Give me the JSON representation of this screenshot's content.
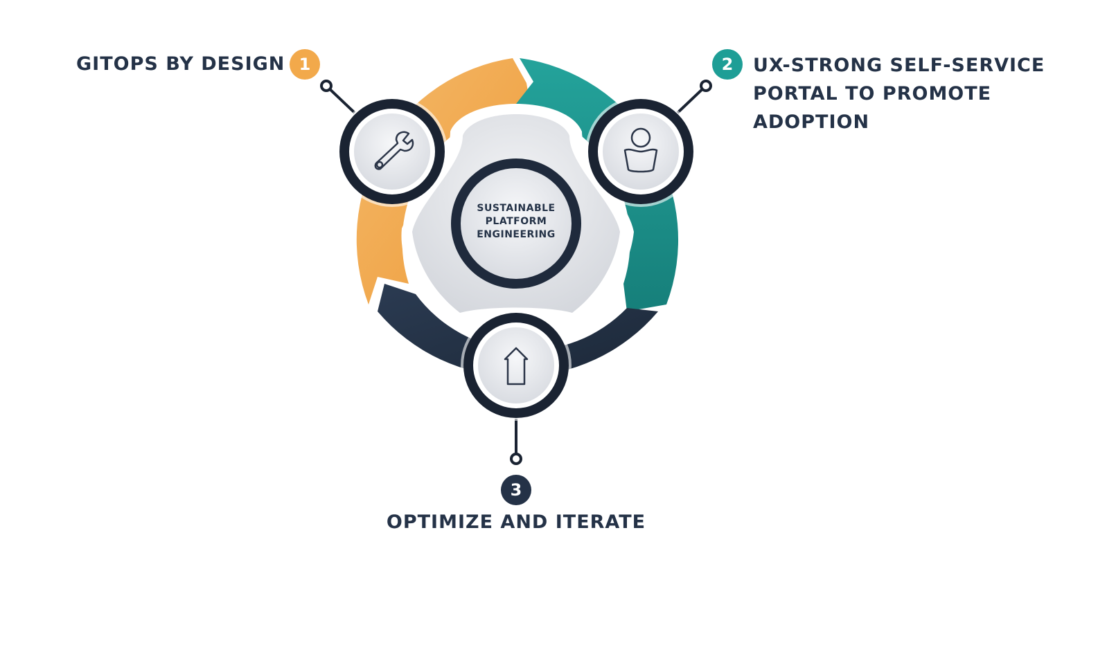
{
  "colors": {
    "orange": "#F2A94B",
    "teal": "#1E9E96",
    "navy": "#243247",
    "ring": "#1A2332",
    "background": "#FFFFFF"
  },
  "center": {
    "title_lines": [
      "SUSTAINABLE",
      "PLATFORM",
      "ENGINEERING"
    ]
  },
  "steps": [
    {
      "number": "1",
      "label_lines": [
        "GITOPS BY DESIGN"
      ],
      "color": "#F2A94B",
      "icon": "wrench-icon"
    },
    {
      "number": "2",
      "label_lines": [
        "UX-STRONG SELF-SERVICE",
        "PORTAL TO PROMOTE",
        "ADOPTION"
      ],
      "color": "#1E9E96",
      "icon": "user-icon"
    },
    {
      "number": "3",
      "label_lines": [
        "OPTIMIZE AND ITERATE"
      ],
      "color": "#243247",
      "icon": "arrow-up-icon"
    }
  ]
}
